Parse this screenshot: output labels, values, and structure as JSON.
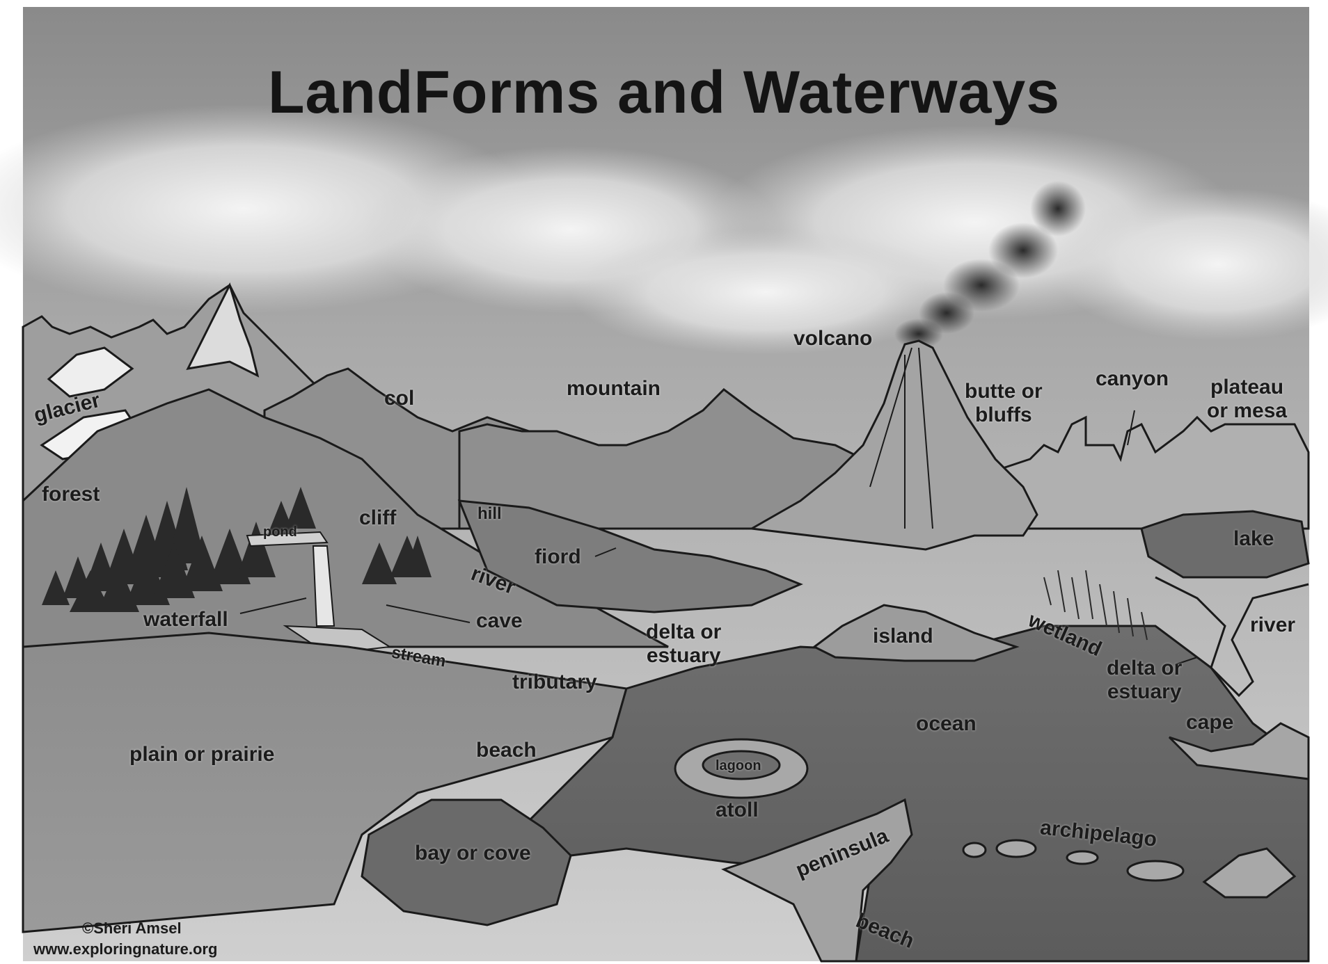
{
  "title": "LandForms and Waterways",
  "labels": {
    "glacier": "glacier",
    "forest": "forest",
    "col": "col",
    "mountain": "mountain",
    "volcano": "volcano",
    "butte": "butte or\nbluffs",
    "canyon": "canyon",
    "plateau": "plateau\nor mesa",
    "hill": "hill",
    "pond": "pond",
    "cliff": "cliff",
    "fiord": "fiord",
    "river_left": "river",
    "waterfall": "waterfall",
    "cave": "cave",
    "stream": "stream",
    "delta_center": "delta or\nestuary",
    "tributary": "tributary",
    "island": "island",
    "wetland": "wetland",
    "lake": "lake",
    "river_right": "river",
    "delta_right": "delta or\nestuary",
    "cape": "cape",
    "ocean": "ocean",
    "plain": "plain or prairie",
    "beach_top": "beach",
    "lagoon": "lagoon",
    "atoll": "atoll",
    "bay": "bay or cove",
    "peninsula": "peninsula",
    "archipelago": "archipelago",
    "beach_bottom": "beach"
  },
  "credits": {
    "author": "©Sheri Amsel",
    "site": "www.exploringnature.org"
  }
}
